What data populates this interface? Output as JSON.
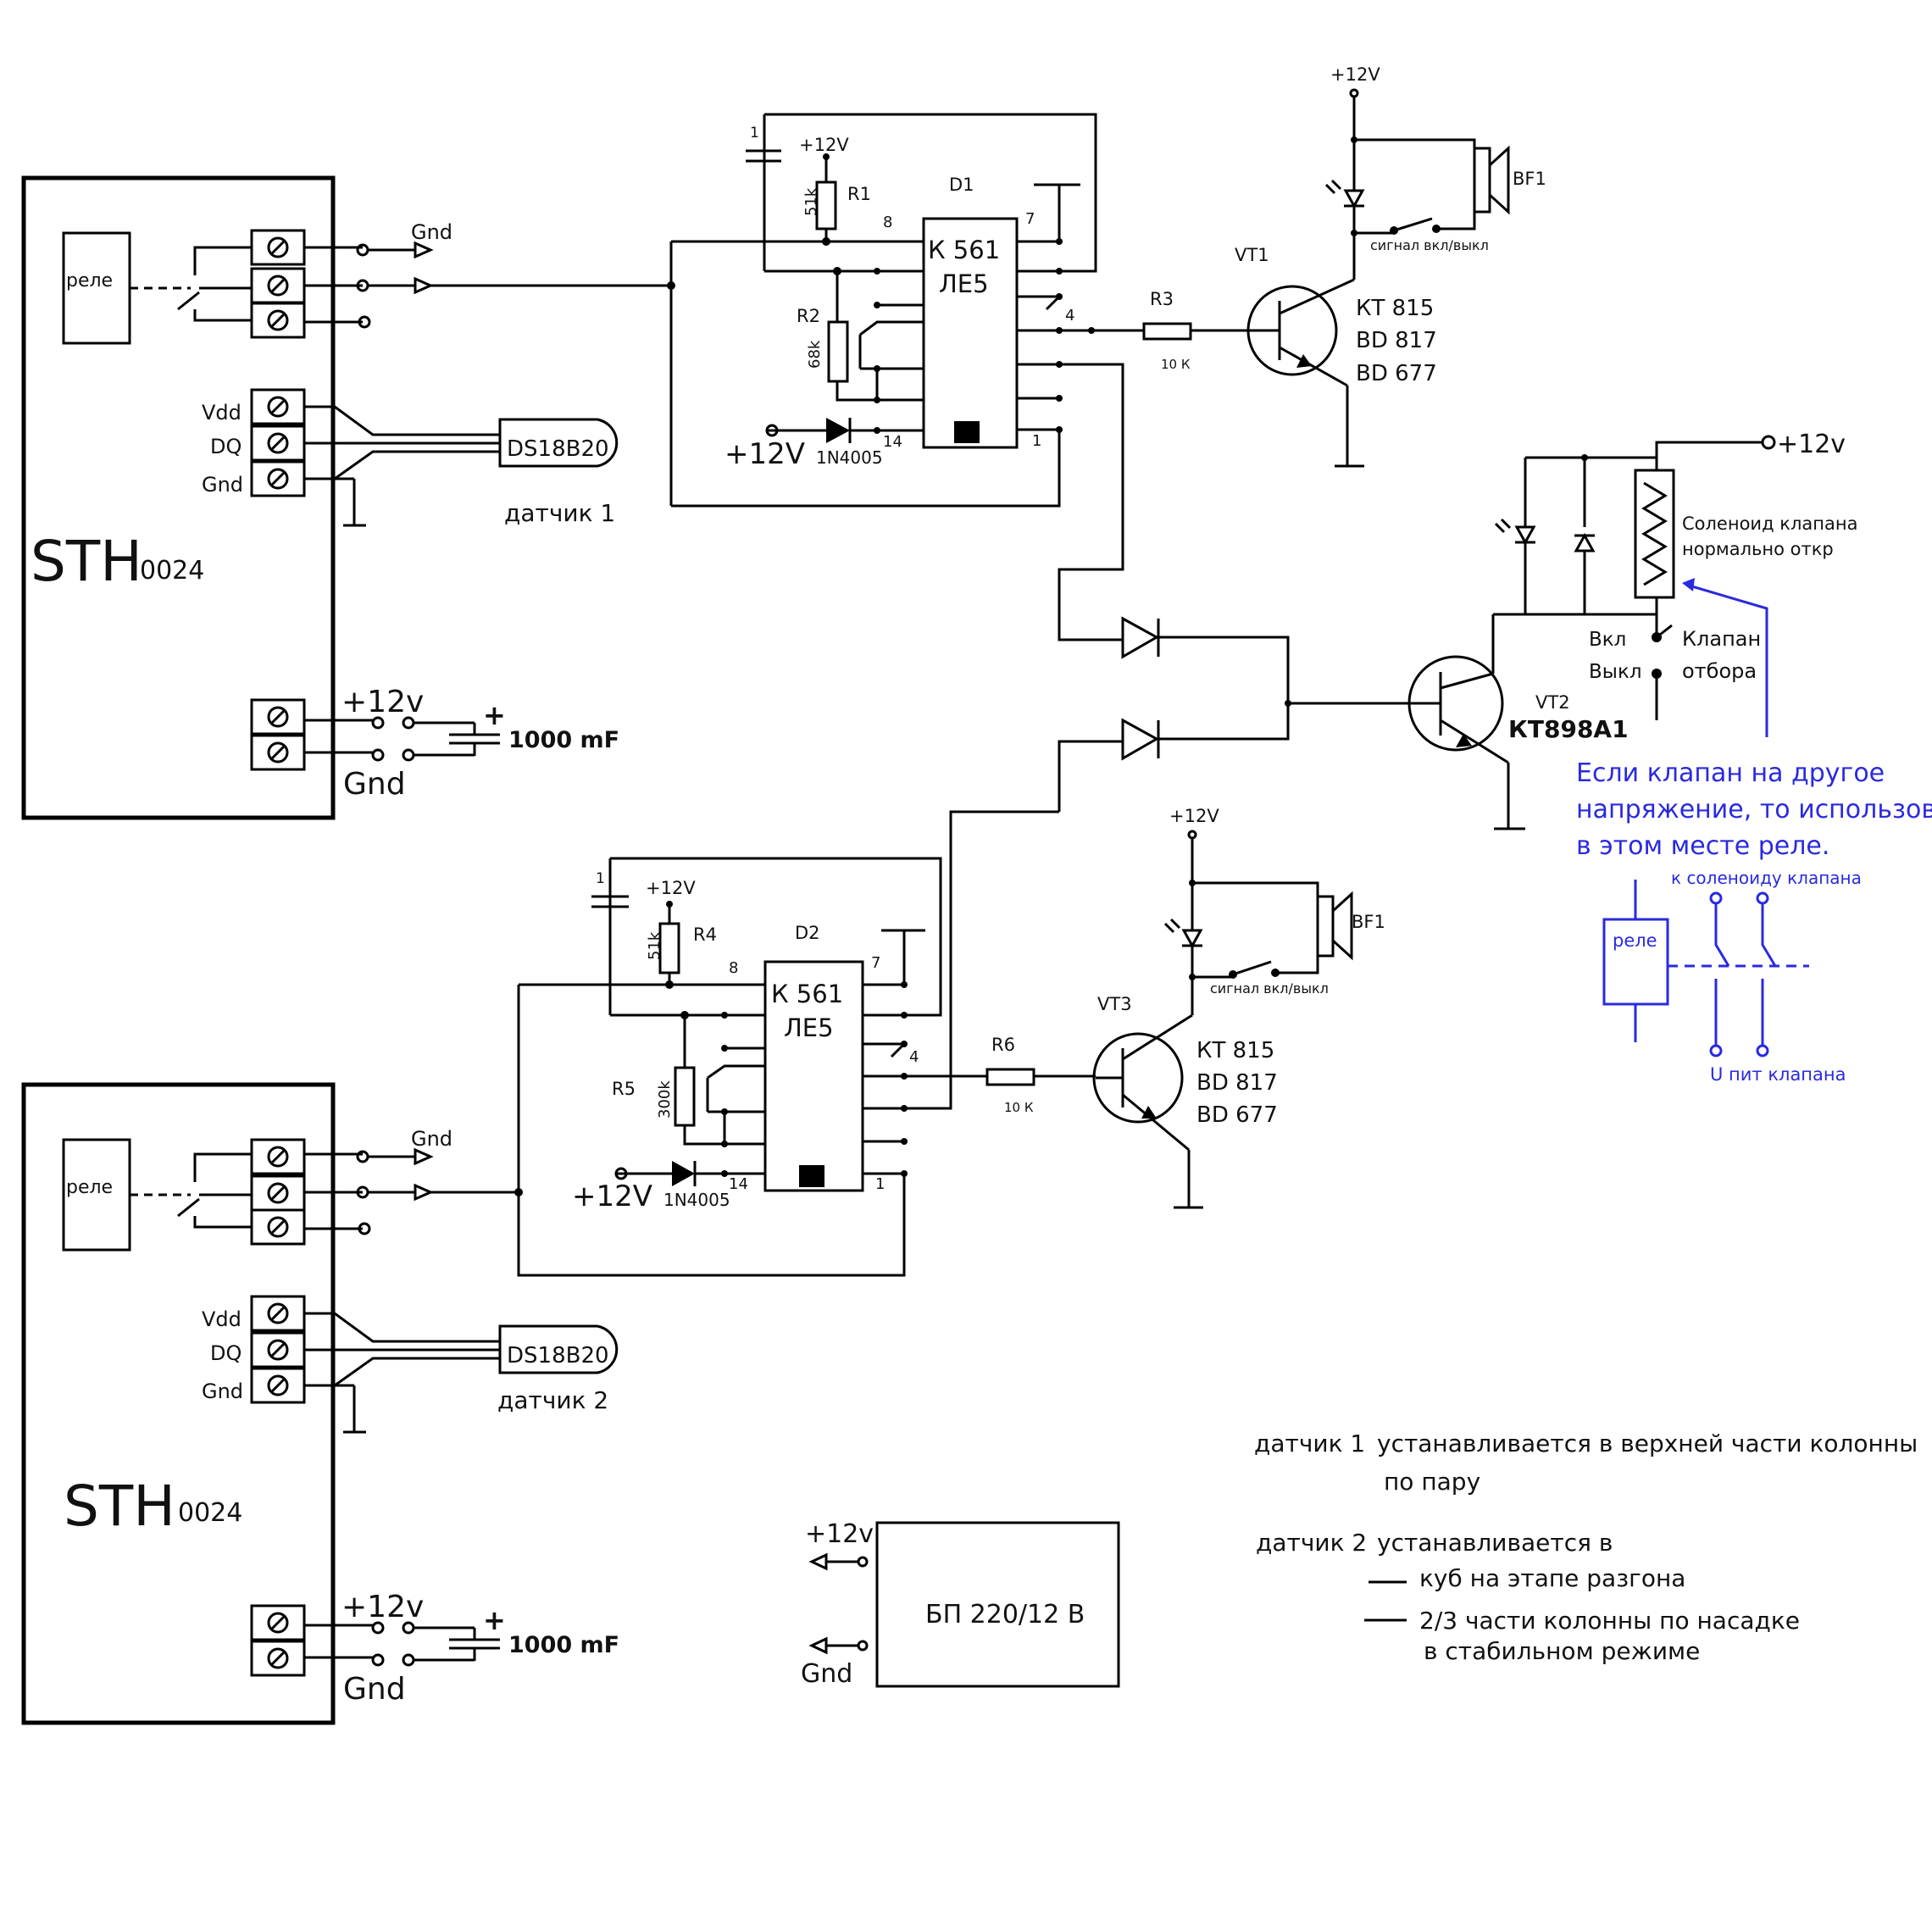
{
  "module": {
    "name": "STH",
    "sub": "0024"
  },
  "relay_label": "реле",
  "pins": {
    "vdd": "Vdd",
    "dq": "DQ",
    "gnd": "Gnd"
  },
  "power": {
    "plus12": "+12v",
    "gnd": "Gnd",
    "cap": "1000 mF",
    "cap_plus": "+"
  },
  "sensor": {
    "chip": "DS18B20",
    "label1": "датчик 1",
    "label2": "датчик 2"
  },
  "top_logic": {
    "chip": "D1",
    "chip_line1": "К 561",
    "chip_line2": "ЛЕ5",
    "r1": "R1",
    "r1_val": "51k",
    "r2": "R2",
    "r2_val": "68k",
    "cap_num": "1",
    "vcc": "+12V",
    "pin8": "8",
    "pin7": "7",
    "pin4": "4",
    "pin14": "14",
    "pin1": "1",
    "diode": "1N4005",
    "supply": "+12V",
    "r3": "R3",
    "r3_val": "10 К"
  },
  "bottom_logic": {
    "chip": "D2",
    "chip_line1": "К 561",
    "chip_line2": "ЛЕ5",
    "r4": "R4",
    "r4_val": "51k",
    "r5": "R5",
    "r5_val": "300k",
    "cap_num": "1",
    "vcc": "+12V",
    "pin8": "8",
    "pin7": "7",
    "pin4": "4",
    "pin14": "14",
    "pin1": "1",
    "diode": "1N4005",
    "supply": "+12V",
    "r6": "R6",
    "r6_val": "10 К"
  },
  "alarm1": {
    "vcc": "+12V",
    "bf": "BF1",
    "switch": "сигнал вкл/выкл",
    "vt": "VT1",
    "t1": "КТ 815",
    "t2": "BD 817",
    "t3": "BD 677"
  },
  "alarm2": {
    "vcc": "+12V",
    "bf": "BF1",
    "switch": "сигнал вкл/выкл",
    "vt": "VT3",
    "t1": "КТ 815",
    "t2": "BD 817",
    "t3": "BD 677"
  },
  "valve": {
    "supply": "+12v",
    "coil1": "Соленоид клапана",
    "coil2": "нормально откр",
    "on": "Вкл",
    "off": "Выкл",
    "sw1": "Клапан",
    "sw2": "отбора",
    "vt": "VT2",
    "transistor": "КТ898А1"
  },
  "note": {
    "line1": "Если клапан на другое",
    "line2": "напряжение, то использовать",
    "line3": "в этом месте реле.",
    "to_coil": "к соленоиду клапана",
    "relay": "реле",
    "u_pit": "U пит клапана"
  },
  "psu": {
    "label": "БП 220/12 В",
    "plus": "+12v",
    "gnd": "Gnd"
  },
  "notes": {
    "s1_name": "датчик 1",
    "s1_text": "устанавливается в верхней части колонны",
    "s1_text2": "по пару",
    "s2_name": "датчик 2",
    "s2_text": "устанавливается в",
    "b1": "куб на этапе  разгона",
    "b2": "2/3 части колонны по  насадке",
    "b2b": "в стабильном режиме"
  },
  "colors": {
    "ink": "#000000",
    "note_blue": "#2a2adf"
  }
}
